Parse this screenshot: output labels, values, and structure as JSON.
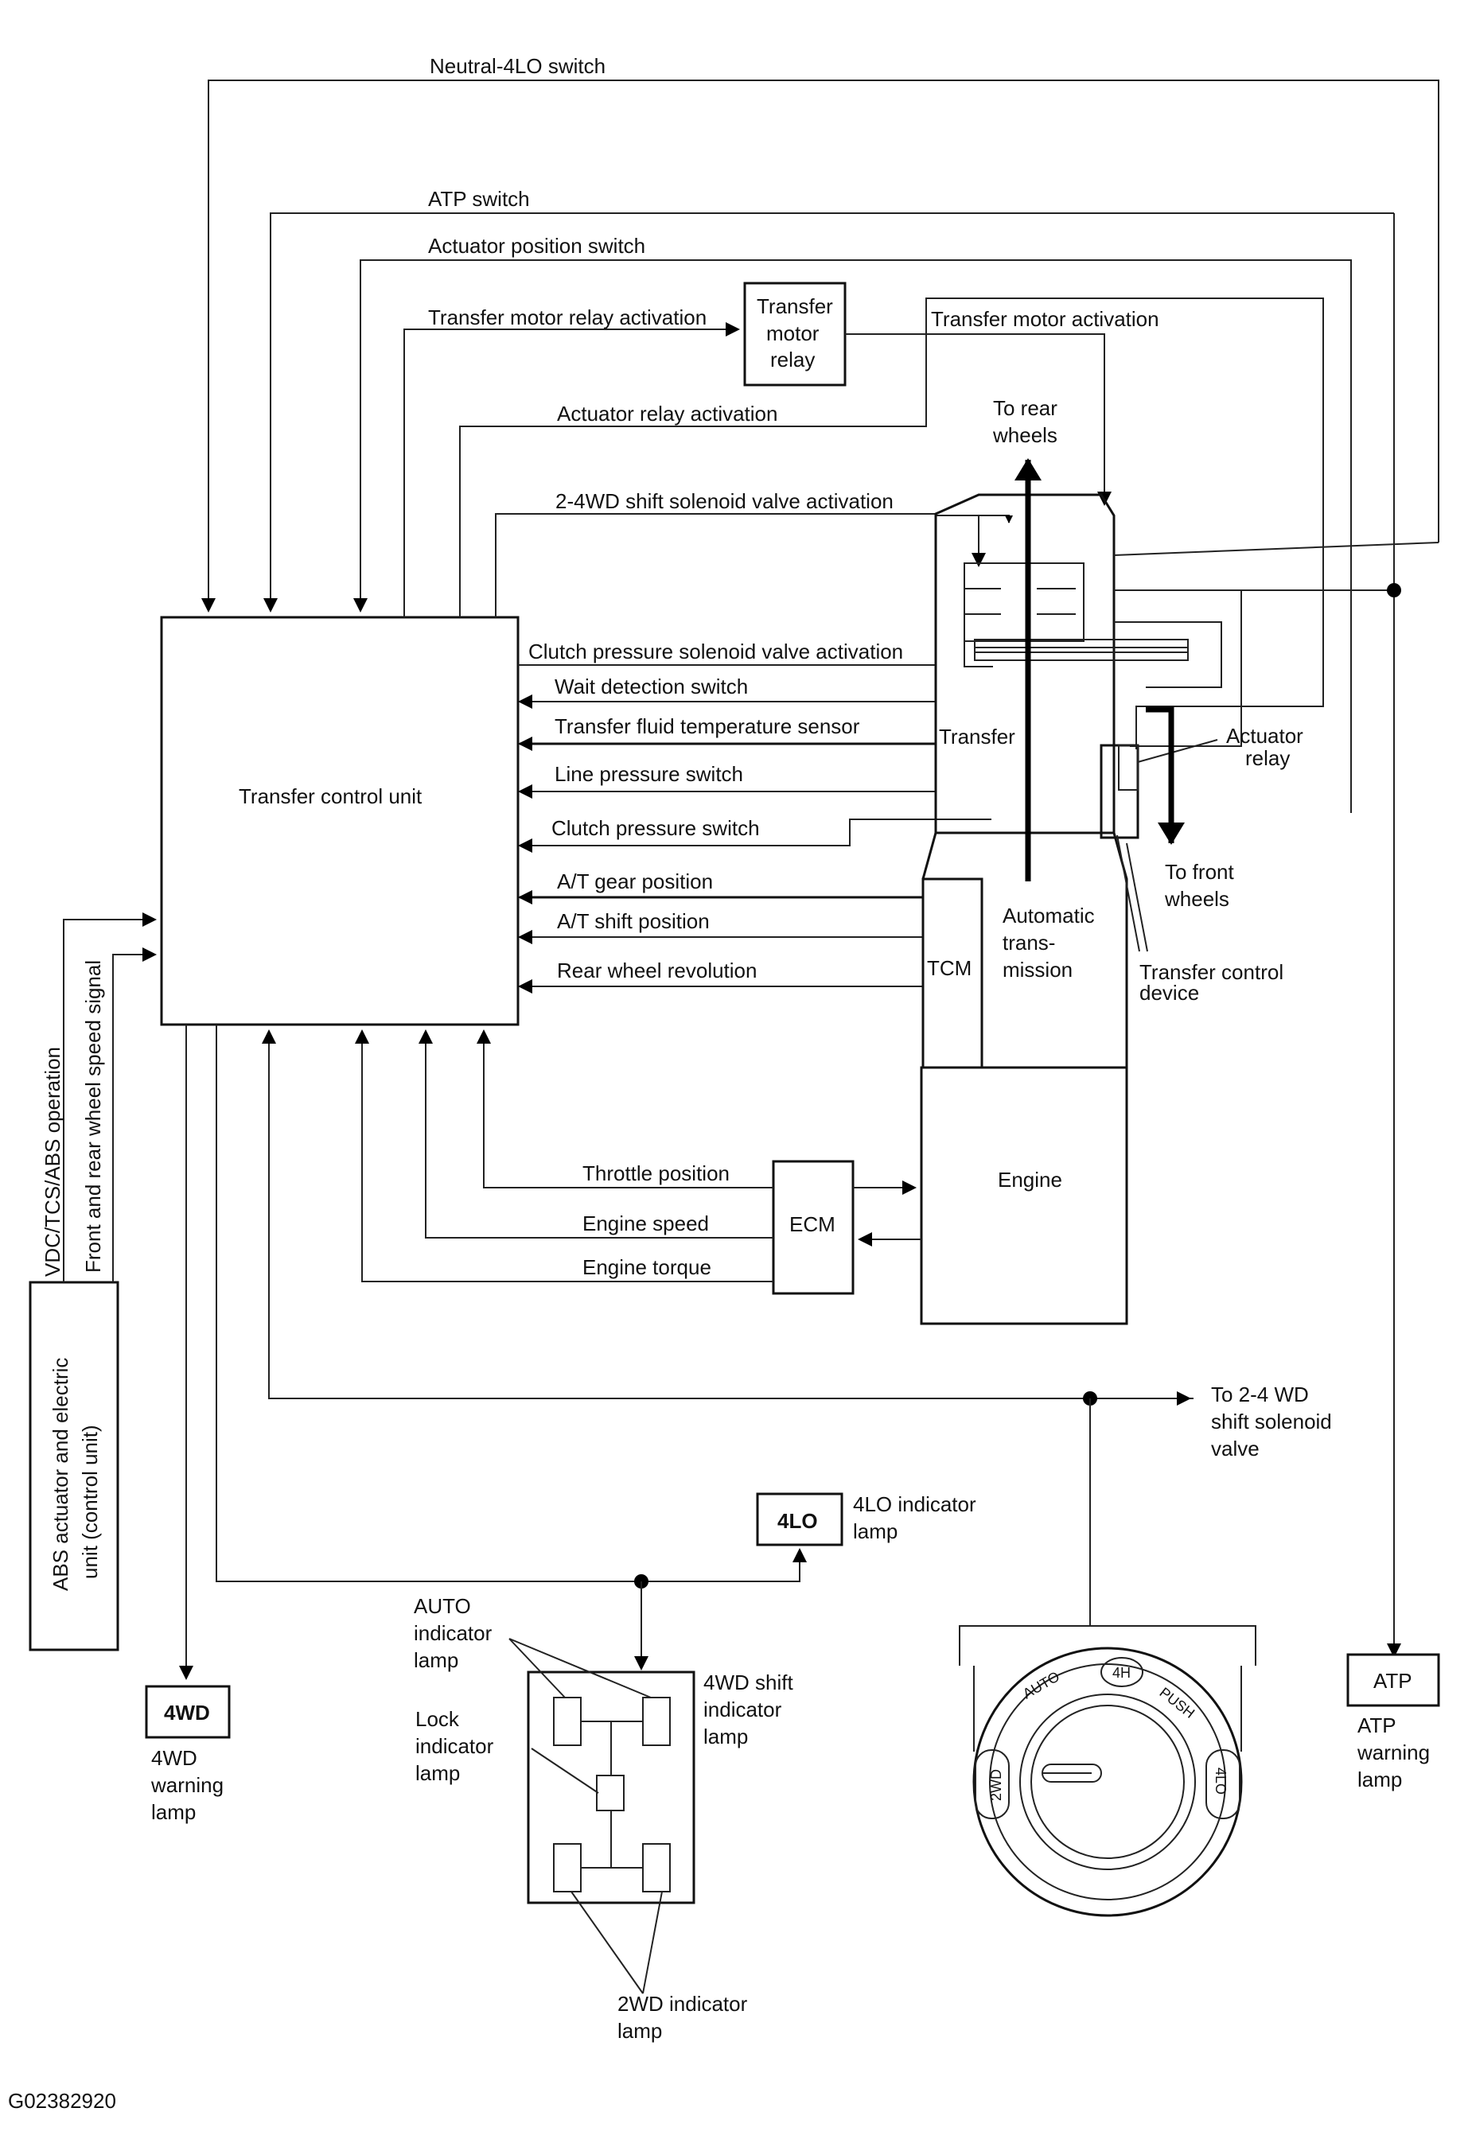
{
  "labels": {
    "neutral_4lo_switch": "Neutral-4LO switch",
    "atp_switch": "ATP switch",
    "actuator_position_switch": "Actuator position switch",
    "transfer_motor_relay_activation": "Transfer motor relay activation",
    "transfer_motor_activation": "Transfer motor activation",
    "actuator_relay_activation": "Actuator relay activation",
    "shift_solenoid_activation": "2-4WD shift solenoid valve activation",
    "clutch_pressure_solenoid_activation": "Clutch pressure solenoid valve activation",
    "wait_detection_switch": "Wait detection switch",
    "fluid_temp_sensor": "Transfer fluid temperature sensor",
    "line_pressure_switch": "Line pressure switch",
    "clutch_pressure_switch": "Clutch pressure switch",
    "at_gear_position": "A/T gear position",
    "at_shift_position": "A/T shift position",
    "rear_wheel_revolution": "Rear wheel revolution",
    "throttle_position": "Throttle position",
    "engine_speed": "Engine speed",
    "engine_torque": "Engine torque",
    "vdc_tcs_abs": "VDC/TCS/ABS operation",
    "wheel_speed_signal": "Front and rear wheel speed signal",
    "to_rear_wheels_1": "To rear",
    "to_rear_wheels_2": "wheels",
    "to_front_wheels_1": "To front",
    "to_front_wheels_2": "wheels",
    "actuator_relay_1": "Actuator",
    "actuator_relay_2": "relay",
    "transfer_control_device_1": "Transfer control",
    "transfer_control_device_2": "device",
    "to_shift_solenoid_1": "To 2-4 WD",
    "to_shift_solenoid_2": "shift solenoid",
    "to_shift_solenoid_3": "valve",
    "lamp_4lo_1": "4LO indicator",
    "lamp_4lo_2": "lamp",
    "auto_lamp_1": "AUTO",
    "auto_lamp_2": "indicator",
    "auto_lamp_3": "lamp",
    "shift_lamp_1": "4WD shift",
    "shift_lamp_2": "indicator",
    "shift_lamp_3": "lamp",
    "lock_lamp_1": "Lock",
    "lock_lamp_2": "indicator",
    "lock_lamp_3": "lamp",
    "twowd_lamp_1": "2WD indicator",
    "twowd_lamp_2": "lamp",
    "warn4wd_1": "4WD",
    "warn4wd_2": "warning",
    "warn4wd_3": "lamp",
    "atp_lamp_1": "ATP",
    "atp_lamp_2": "warning",
    "atp_lamp_3": "lamp",
    "figure_id": "G02382920"
  },
  "blocks": {
    "transfer_control_unit": "Transfer control unit",
    "transfer_motor_relay_1": "Transfer",
    "transfer_motor_relay_2": "motor",
    "transfer_motor_relay_3": "relay",
    "transfer": "Transfer",
    "tcm": "TCM",
    "auto_trans_1": "Automatic",
    "auto_trans_2": "trans-",
    "auto_trans_3": "mission",
    "engine": "Engine",
    "ecm": "ECM",
    "abs_1": "ABS actuator and electric",
    "abs_2": "unit (control unit)",
    "badge_4lo": "4LO",
    "badge_4wd": "4WD",
    "badge_atp": "ATP"
  },
  "switch_dial": {
    "pos_2wd": "2WD",
    "pos_auto": "AUTO",
    "pos_4h": "4H",
    "pos_push": "PUSH",
    "pos_4lo": "4LO"
  }
}
